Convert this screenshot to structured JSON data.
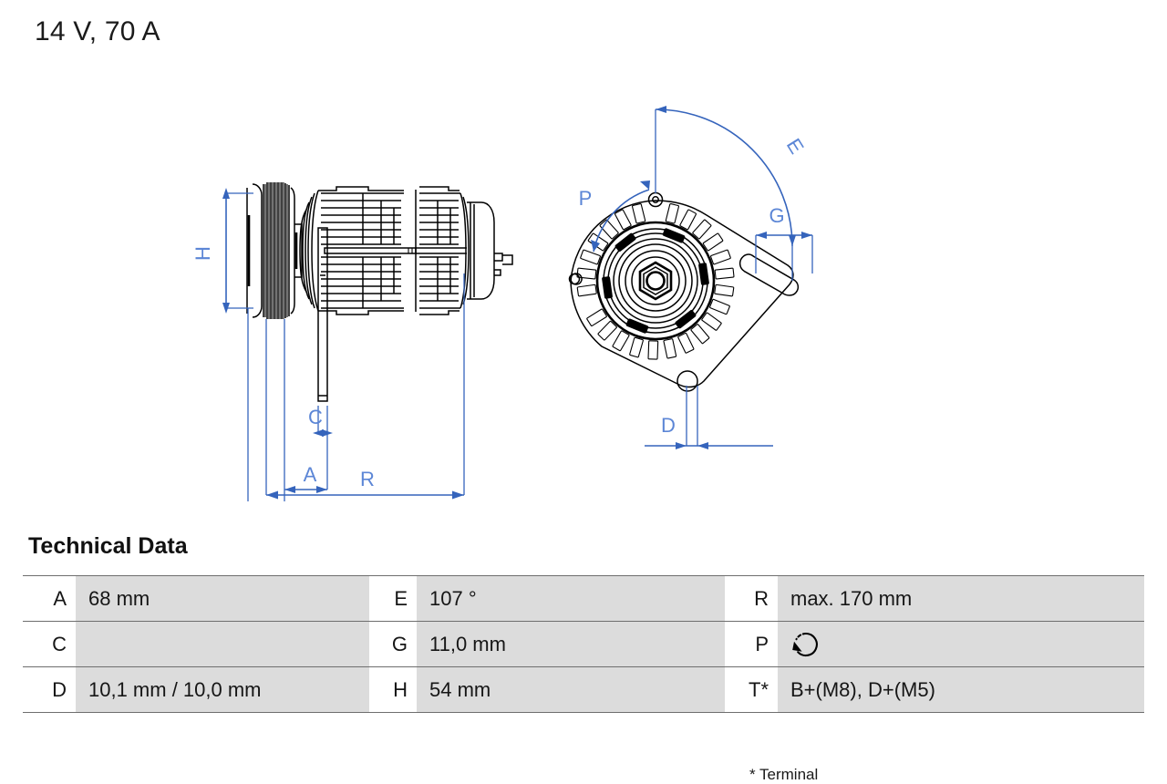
{
  "header": {
    "title": "14 V, 70 A"
  },
  "drawing": {
    "left_view_name": "alternator-side-view",
    "right_view_name": "alternator-front-view",
    "dimension_color": "#3564bc",
    "outline_color": "#000000",
    "labels": {
      "h": "H",
      "c": "C",
      "a": "A",
      "r": "R",
      "e": "E",
      "g": "G",
      "d": "D",
      "p": "P"
    }
  },
  "technical_data": {
    "heading": "Technical Data",
    "footnote": "* Terminal",
    "rows": [
      {
        "k1": "A",
        "v1": "68 mm",
        "k2": "E",
        "v2": "107 °",
        "k3": "R",
        "v3": "max. 170 mm"
      },
      {
        "k1": "C",
        "v1": "",
        "k2": "G",
        "v2": "11,0 mm",
        "k3": "P",
        "v3": "rotation-direction-icon"
      },
      {
        "k1": "D",
        "v1": "10,1 mm / 10,0 mm",
        "k2": "H",
        "v2": "54 mm",
        "k3": "T*",
        "v3": "B+(M8), D+(M5)"
      }
    ]
  }
}
